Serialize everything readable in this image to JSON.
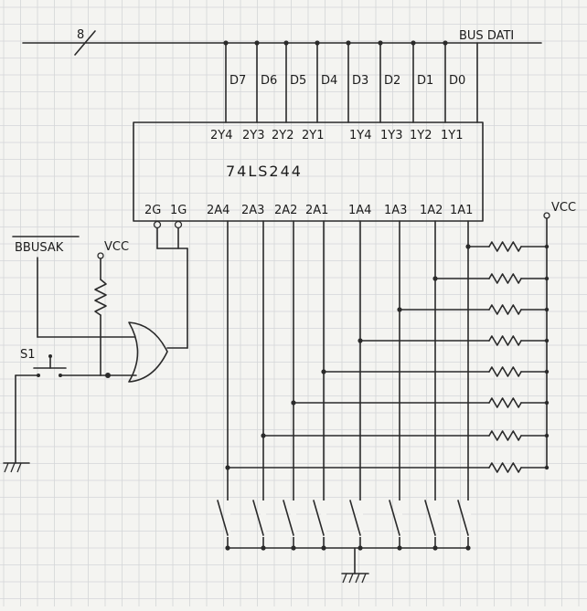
{
  "bus": {
    "label": "BUS DATI",
    "width_label": "8",
    "data_lines": [
      "D7",
      "D6",
      "D5",
      "D4",
      "D3",
      "D2",
      "D1",
      "D0"
    ]
  },
  "chip": {
    "name": "74LS244",
    "y_pins": [
      "2Y4",
      "2Y3",
      "2Y2",
      "2Y1",
      "1Y4",
      "1Y3",
      "1Y2",
      "1Y1"
    ],
    "enable_pins": [
      "2G",
      "1G"
    ],
    "a_pins": [
      "2A4",
      "2A3",
      "2A2",
      "2A1",
      "1A4",
      "1A3",
      "1A2",
      "1A1"
    ]
  },
  "labels": {
    "busak": "BBUSAK",
    "vcc_left": "VCC",
    "vcc_right": "VCC",
    "switch": "S1"
  },
  "colors": {
    "paper": "#f4f4f1",
    "grid": "#d4d6d8",
    "ink": "#2a2a2a"
  }
}
